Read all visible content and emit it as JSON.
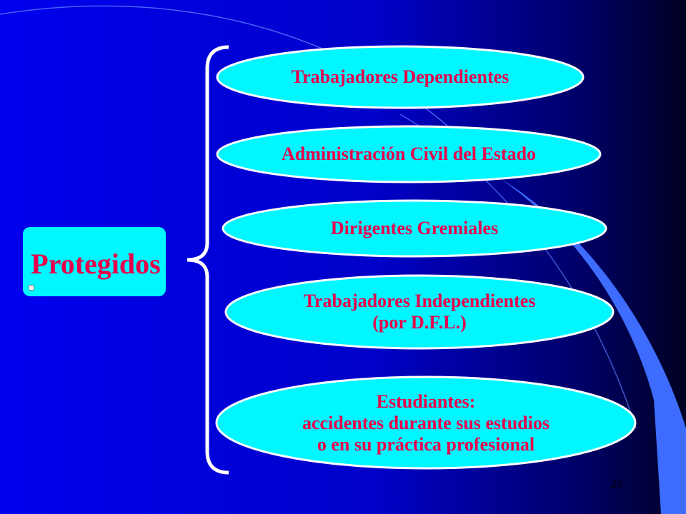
{
  "colors": {
    "background_left": "#0000ee",
    "background_right": "#000033",
    "swoosh": "#3d6cff",
    "node_fill": "#00f7ff",
    "node_text": "#e8004c",
    "bracket": "#ffffff"
  },
  "root": {
    "label": "Protegidos"
  },
  "nodes": [
    {
      "lines": [
        "Trabajadores Dependientes"
      ]
    },
    {
      "lines": [
        "Administración Civil del Estado"
      ]
    },
    {
      "lines": [
        "Dirigentes Gremiales"
      ]
    },
    {
      "lines": [
        "Trabajadores Independientes",
        "(por D.F.L.)"
      ]
    },
    {
      "lines": [
        "Estudiantes:",
        "accidentes durante sus estudios",
        "o en su práctica profesional"
      ]
    }
  ],
  "page_number": "25"
}
